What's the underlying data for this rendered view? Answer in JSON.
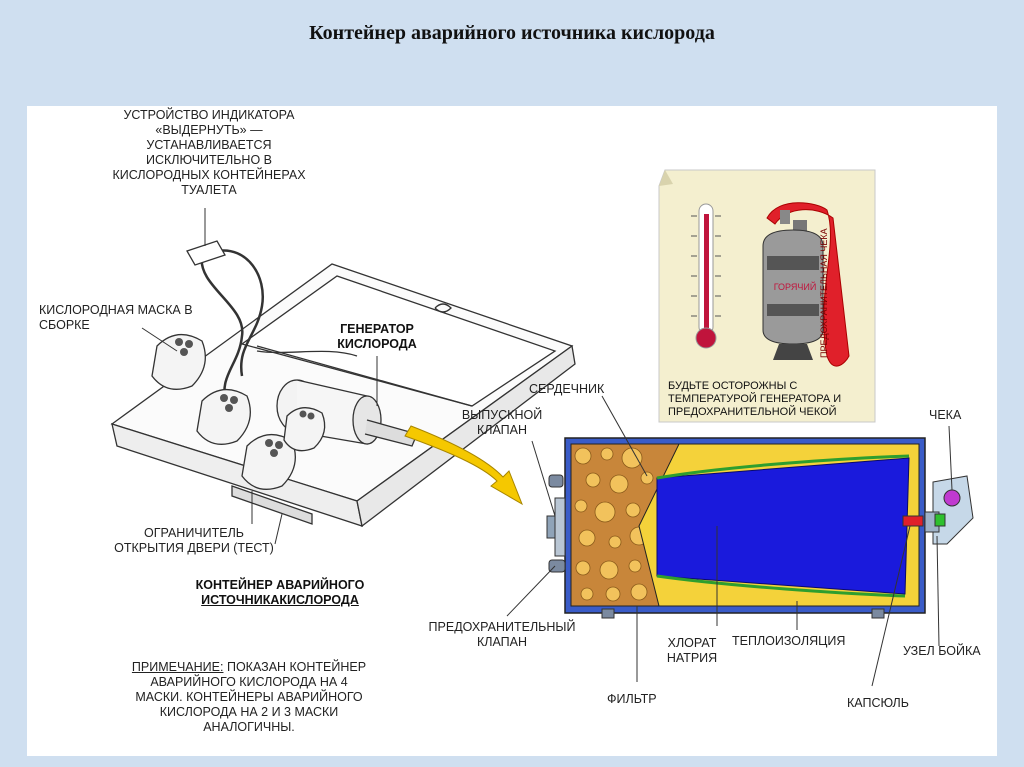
{
  "title": "Контейнер аварийного источника кислорода",
  "labels": {
    "indicator": [
      "УСТРОЙСТВО ИНДИКАТОРА",
      "«ВЫДЕРНУТЬ» —",
      "УСТАНАВЛИВАЕТСЯ",
      "ИСКЛЮЧИТЕЛЬНО В",
      "КИСЛОРОДНЫХ КОНТЕЙНЕРАХ",
      "ТУАЛЕТА"
    ],
    "mask": [
      "КИСЛОРОДНАЯ МАСКА В",
      "СБОРКЕ"
    ],
    "generator": [
      "ГЕНЕРАТОР",
      "КИСЛОРОДА"
    ],
    "limiter": [
      "ОГРАНИЧИТЕЛЬ",
      "ОТКРЫТИЯ ДВЕРИ (ТЕСТ)"
    ],
    "container": [
      "КОНТЕЙНЕР АВАРИЙНОГО",
      "ИСТОЧНИКАКИСЛОРОДА"
    ],
    "note_title": "ПРИМЕЧАНИЕ:",
    "note": [
      "ПОКАЗАН КОНТЕЙНЕР",
      "АВАРИЙНОГО КИСЛОРОДА НА 4",
      "МАСКИ. КОНТЕЙНЕРЫ АВАРИЙНОГО",
      "КИСЛОРОДА НА 2 И 3 МАСКИ",
      "АНАЛОГИЧНЫ."
    ],
    "core": "СЕРДЕЧНИК",
    "release_valve": [
      "ВЫПУСКНОЙ",
      "КЛАПАН"
    ],
    "safety_valve": [
      "ПРЕДОХРАНИТЕЛЬНЫЙ",
      "КЛАПАН"
    ],
    "chlorate": [
      "ХЛОРАТ",
      "НАТРИЯ"
    ],
    "insulation": "ТЕПЛОИЗОЛЯЦИЯ",
    "filter": "ФИЛЬТР",
    "pin": "ЧЕКА",
    "striker": "УЗЕЛ БОЙКА",
    "capsule": "КАПСЮЛЬ"
  },
  "warning_card": {
    "hot": "ГОРЯЧИЙ",
    "tag": "ПРЕДОХРАНИТЕЛЬНАЯ ЧЕКА",
    "caption": [
      "БУДЬТЕ ОСТОРОЖНЫ С",
      "ТЕМПЕРАТУРОЙ ГЕНЕРАТОРА И",
      "ПРЕДОХРАНИТЕЛЬНОЙ ЧЕКОЙ"
    ]
  },
  "colors": {
    "background": "#cfdff0",
    "filter_fill": "#c8863a",
    "filter_bubble": "#f2c25c",
    "insulation": "#f4d23a",
    "chlorate": "#1a1adc",
    "shell": "#3a5cc8",
    "arrow": "#f5c800",
    "thermometer": "#c0143c",
    "tag": "#e0202a",
    "pin": "#c03ad0"
  }
}
